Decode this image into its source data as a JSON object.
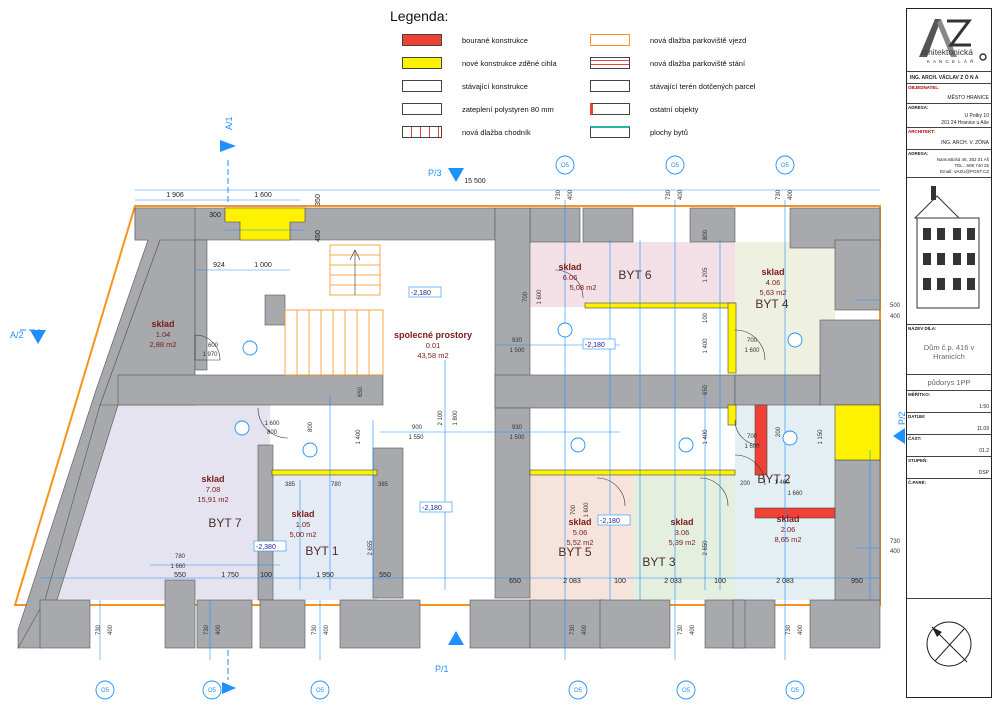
{
  "legend": {
    "title": "Legenda:",
    "items": [
      {
        "label": "bourané konstrukce",
        "fill": "#ef4136"
      },
      {
        "label": "nové konstrukce zděné cihla",
        "fill": "#fff200"
      },
      {
        "label": "stávající konstrukce",
        "fill": "#ffffff"
      },
      {
        "label": "zateplení polystyren 80 mm",
        "fill": "#ffffff"
      },
      {
        "label": "nová dlažba chodník",
        "fill": "#ffffff"
      },
      {
        "label": "nová dlažba parkoviště vjezd",
        "fill": "#ffffff"
      },
      {
        "label": "nová dlažba parkoviště stání",
        "fill": "#ffffff"
      },
      {
        "label": "stávající terén dotčených parcel",
        "fill": "#ffffff"
      },
      {
        "label": "ostatní objekty",
        "fill": "#ffffff"
      },
      {
        "label": "plochy bytů",
        "fill": "#ffffff"
      }
    ]
  },
  "colors": {
    "wall": "#a7a9ac",
    "new_wall": "#fff200",
    "demolished": "#ef4136",
    "dim": "#1e90ff",
    "text": "#7a1a1a",
    "byt7": "#e6e3f0",
    "byt1": "#e4ebf4",
    "byt6": "#f3e0e6",
    "byt4": "#eef0e0",
    "byt5": "#f6e4dc",
    "byt3": "#e4efe0",
    "byt2": "#e4eff4",
    "sklad": "#e1e8ef"
  },
  "rooms": [
    {
      "name": "sklad",
      "num": "1.04",
      "area": "2,88 m2"
    },
    {
      "name": "spolecné prostory",
      "num": "0.01",
      "area": "43,58 m2"
    },
    {
      "name": "sklad",
      "num": "6.06",
      "area": "5,08 m2"
    },
    {
      "name": "sklad",
      "num": "4.06",
      "area": "5,63 m2"
    },
    {
      "name": "sklad",
      "num": "7.08",
      "area": "15,91 m2"
    },
    {
      "name": "sklad",
      "num": "1.05",
      "area": "5,00 m2"
    },
    {
      "name": "sklad",
      "num": "5.06",
      "area": "5,52 m2"
    },
    {
      "name": "sklad",
      "num": "3.06",
      "area": "5,39 m2"
    },
    {
      "name": "sklad",
      "num": "2.06",
      "area": "8,65 m2"
    }
  ],
  "units": [
    "BYT 6",
    "BYT 4",
    "BYT 7",
    "BYT 1",
    "BYT 5",
    "BYT 3",
    "BYT 2"
  ],
  "levels": [
    "-2,180",
    "-2,180",
    "-2,180",
    "-2,380",
    "-2,180"
  ],
  "sections": {
    "a1": "A/1",
    "a2": "A/2",
    "p1": "P/1",
    "p2": "P/2",
    "p3": "P/3"
  },
  "window_tag": "O5",
  "dims": {
    "top": [
      "1 906",
      "1 600",
      "15 500",
      "300",
      "350",
      "450",
      "924",
      "1 000"
    ],
    "bottom": [
      "550",
      "1 750",
      "100",
      "1 950",
      "550",
      "650",
      "2 083",
      "100",
      "2 033",
      "100",
      "2 083",
      "950"
    ],
    "misc": [
      "600",
      "1 970",
      "700",
      "1 600",
      "930",
      "1 500",
      "900",
      "1 550",
      "930",
      "1 500",
      "780",
      "1 660",
      "1 460",
      "1 660",
      "385",
      "780",
      "385",
      "500",
      "400",
      "730",
      "400",
      "800",
      "1 205",
      "1 400",
      "650",
      "2 100",
      "1 800",
      "1 400",
      "2 655",
      "1 400",
      "2 650",
      "1 150",
      "200",
      "200",
      "700",
      "1 600",
      "700",
      "1 600",
      "800",
      "1 600",
      "800",
      "700",
      "1 600",
      "100",
      "650"
    ],
    "window": [
      "730",
      "400"
    ]
  },
  "titleblock": {
    "logo_line1": "rchitektonická",
    "logo_line2": "K A N C E L Á Ř",
    "firm": "ING. ARCH. VÁCLAV Z Ó N A",
    "objednatel_label": "OBJEDNATEL:",
    "objednatel": "MĚSTO HRANICE",
    "adresa_label": "ADRESA:",
    "adresa1": "U Potky 10",
    "adresa2": "201 24 Hranice u Aše",
    "architekt_label": "ARCHITEKT:",
    "architekt": "ING. ARCH. V. ZÓNA",
    "adresa2_label": "ADRESA:",
    "adresa3": "Namostická 46, 352 01 Aš",
    "tel": "TEL.: 608 740 25",
    "email": "Email: VAZU@POST.CZ",
    "nazev_label": "NÁZEV DÍLA:",
    "nazev": "Dům č.p. 416 v Hranicích",
    "vykres": "půdorys 1PP",
    "meritko_label": "MĚŘÍTKO:",
    "meritko": "1:50",
    "datum_label": "DATUM:",
    "datum": "11.09",
    "cast_label": "ČÁST:",
    "cast": "01.2",
    "stupen_label": "STUPEŇ:",
    "stupen": "DSP",
    "cislo_label": "Č.PARÉ:"
  }
}
